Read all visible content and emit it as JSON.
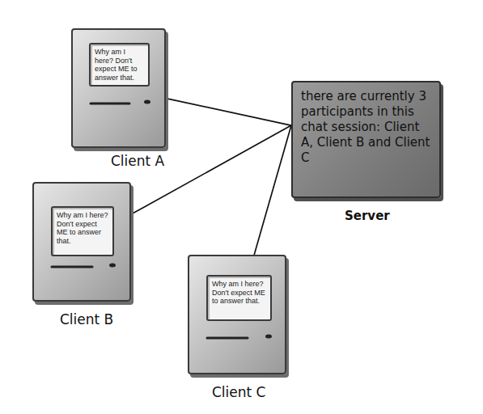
{
  "diagram": {
    "nodes": [
      {
        "text": [
          "Client A"
        ]
      },
      {
        "text": [
          "Why am I here? Don't expect ME to answer that."
        ],
        "in": 0
      },
      {
        "text": [
          "there are currently 3 participants in this chat session: Client A, Client B and Client C",
          "Server"
        ]
      },
      {
        "text": [
          "Client B"
        ]
      },
      {
        "text": [
          "Why am I here? Don't expect ME to answer that."
        ],
        "in": 3
      },
      {
        "text": [
          "Client C"
        ]
      },
      {
        "text": [
          "Why am I here? Don't expect ME to answer that."
        ],
        "in": 5
      }
    ],
    "edges": [
      {
        "from": 0,
        "to": 2,
        "arrow": "none"
      },
      {
        "from": 3,
        "to": 2,
        "arrow": "none"
      },
      {
        "from": 5,
        "to": 2,
        "arrow": "none"
      }
    ]
  }
}
